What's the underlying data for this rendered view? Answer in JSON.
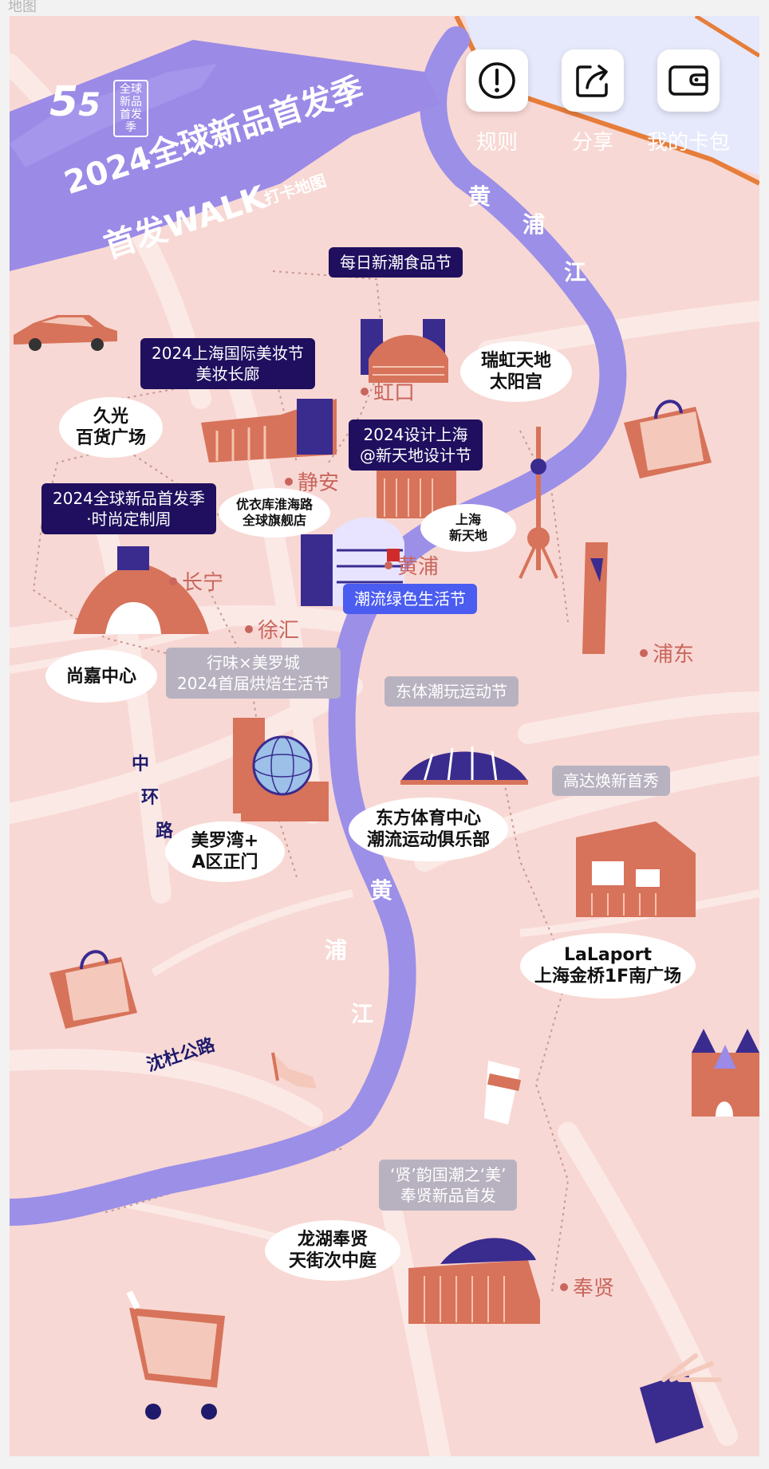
{
  "page_label": "地图",
  "header": {
    "logo_badge": "全球新品首发季",
    "title_line1": "2024全球新品首发季",
    "title_line2": "首发WALK",
    "title_suffix": "打卡地图"
  },
  "top_buttons": [
    {
      "label": "规则",
      "icon": "exclamation-icon"
    },
    {
      "label": "分享",
      "icon": "share-icon"
    },
    {
      "label": "我的卡包",
      "icon": "wallet-icon"
    }
  ],
  "river_labels": {
    "upper": [
      "黄",
      "浦",
      "江"
    ],
    "lower": [
      "黄",
      "浦",
      "江"
    ]
  },
  "roads": {
    "middle_ring": [
      "中",
      "环",
      "路"
    ],
    "shendu": "沈杜公路"
  },
  "districts": [
    "虹口",
    "静安",
    "长宁",
    "徐汇",
    "黄浦",
    "浦东",
    "奉贤"
  ],
  "event_tags": [
    {
      "text": "每日新潮食品节",
      "style": "dark"
    },
    {
      "text": "2024上海国际美妆节\n美妆长廊",
      "style": "dark"
    },
    {
      "text": "2024设计上海\n@新天地设计节",
      "style": "dark"
    },
    {
      "text": "2024全球新品首发季\n·时尚定制周",
      "style": "dark"
    },
    {
      "text": "潮流绿色生活节",
      "style": "blue"
    },
    {
      "text": "行味×美罗城\n2024首届烘焙生活节",
      "style": "grey"
    },
    {
      "text": "东体潮玩运动节",
      "style": "grey"
    },
    {
      "text": "高达焕新首秀",
      "style": "grey"
    },
    {
      "text": "‘贤’韵国潮之‘美’\n奉贤新品首发",
      "style": "grey"
    }
  ],
  "venues": [
    "瑞虹天地\n太阳宫",
    "久光\n百货广场",
    "优衣库淮海路\n全球旗舰店",
    "上海\n新天地",
    "尚嘉中心",
    "美罗湾+\nA区正门",
    "东方体育中心\n潮流运动俱乐部",
    "LaLaport\n上海金桥1F南广场",
    "龙湖奉贤\n天街次中庭"
  ],
  "colors": {
    "map_bg": "#f8d8d4",
    "river": "#9c8fe8",
    "dark_tag": "#1f0f5e",
    "blue_tag": "#4b5cf0",
    "grey_tag": "#b8b2c0",
    "district": "#c8665d",
    "brand_stroke": "#9b8ae6"
  }
}
